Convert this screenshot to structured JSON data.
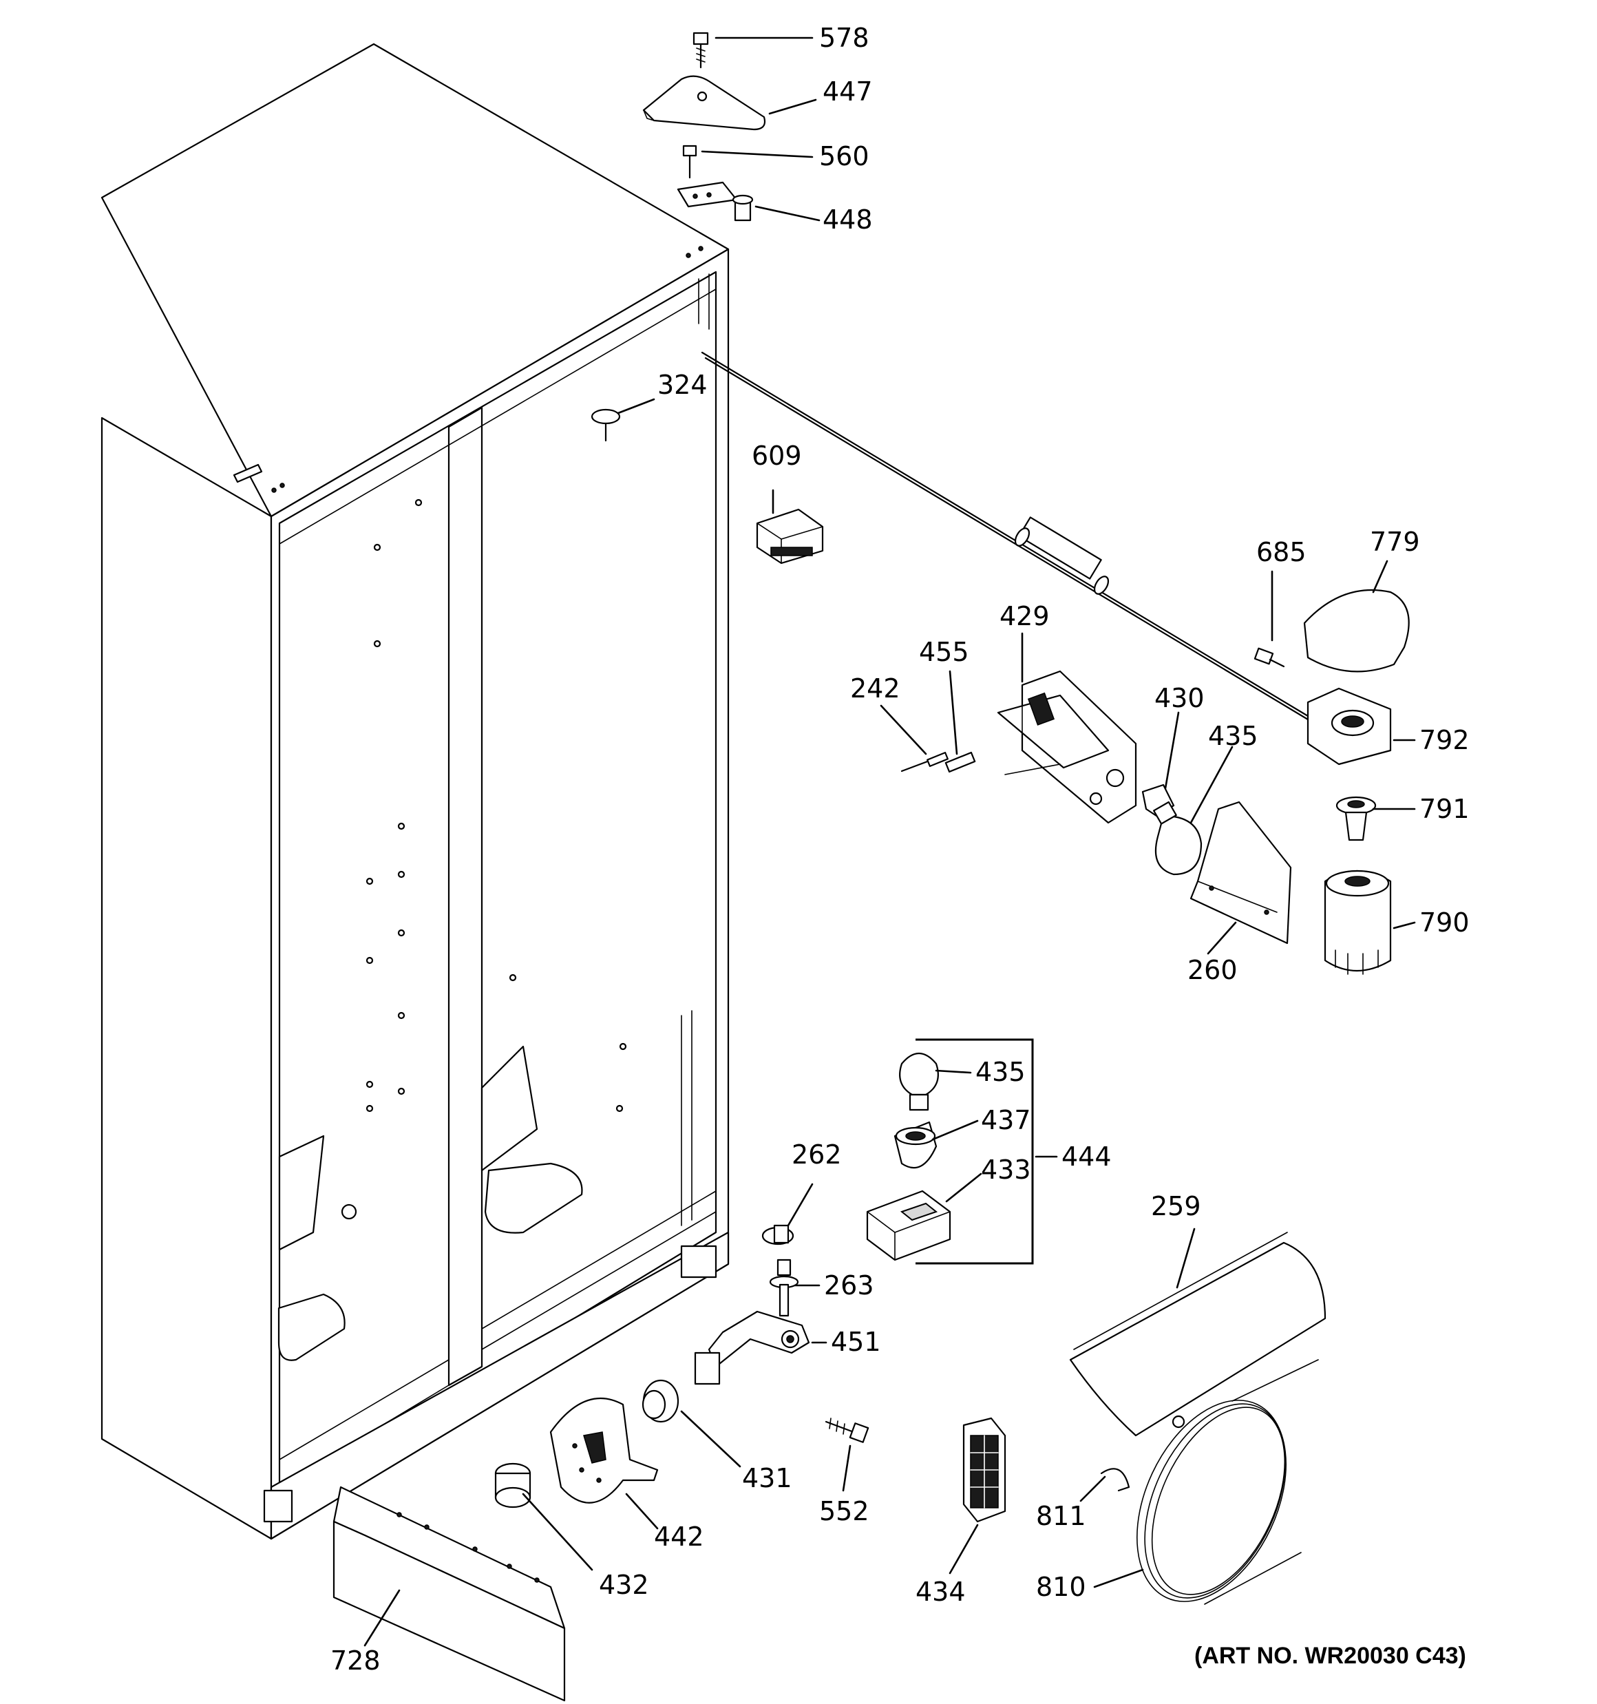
{
  "art_number": "(ART NO. WR20030 C43)",
  "callouts": {
    "c578": "578",
    "c447": "447",
    "c560": "560",
    "c448": "448",
    "c324": "324",
    "c609": "609",
    "c685": "685",
    "c779": "779",
    "c455": "455",
    "c429": "429",
    "c242": "242",
    "c430": "430",
    "c435a": "435",
    "c792": "792",
    "c791": "791",
    "c790": "790",
    "c260": "260",
    "c435b": "435",
    "c437": "437",
    "c433": "433",
    "c444": "444",
    "c262": "262",
    "c263": "263",
    "c451": "451",
    "c259": "259",
    "c431": "431",
    "c552": "552",
    "c442": "442",
    "c811": "811",
    "c432": "432",
    "c434": "434",
    "c810": "810",
    "c728": "728"
  }
}
